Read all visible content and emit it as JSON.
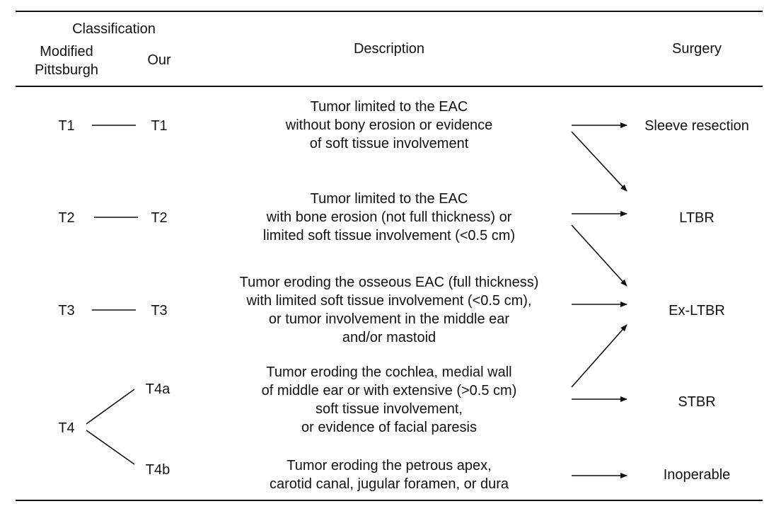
{
  "header": {
    "classification": "Classification",
    "modified_pittsburgh": [
      "Modified",
      "Pittsburgh"
    ],
    "our": "Our",
    "description": "Description",
    "surgery": "Surgery"
  },
  "rows": [
    {
      "pittsburgh": "T1",
      "our": "T1",
      "description": [
        "Tumor limited to the EAC",
        "without bony erosion or evidence",
        "of soft tissue involvement"
      ]
    },
    {
      "pittsburgh": "T2",
      "our": "T2",
      "description": [
        "Tumor limited to the EAC",
        "with bone erosion (not full thickness) or",
        "limited soft tissue involvement (<0.5 cm)"
      ]
    },
    {
      "pittsburgh": "T3",
      "our": "T3",
      "description": [
        "Tumor eroding the osseous EAC (full thickness)",
        "with limited soft tissue involvement  (<0.5 cm),",
        "or tumor involvement in the middle  ear",
        "and/or mastoid"
      ]
    },
    {
      "pittsburgh": "T4",
      "our": [
        "T4a",
        "T4b"
      ],
      "description_t4a": [
        "Tumor  eroding the cochlea, medial wall",
        "of middle ear or with extensive (>0.5 cm)",
        "soft tissue involvement,",
        "or evidence of facial paresis"
      ],
      "description_t4b": [
        "Tumor  eroding the petrous apex,",
        "carotid canal, jugular  foramen, or dura"
      ]
    }
  ],
  "surgeries": [
    "Sleeve resection",
    "LTBR",
    "Ex-LTBR",
    "STBR",
    "Inoperable"
  ],
  "colors": {
    "text": "#111111",
    "line": "#111111",
    "background": "#ffffff"
  }
}
